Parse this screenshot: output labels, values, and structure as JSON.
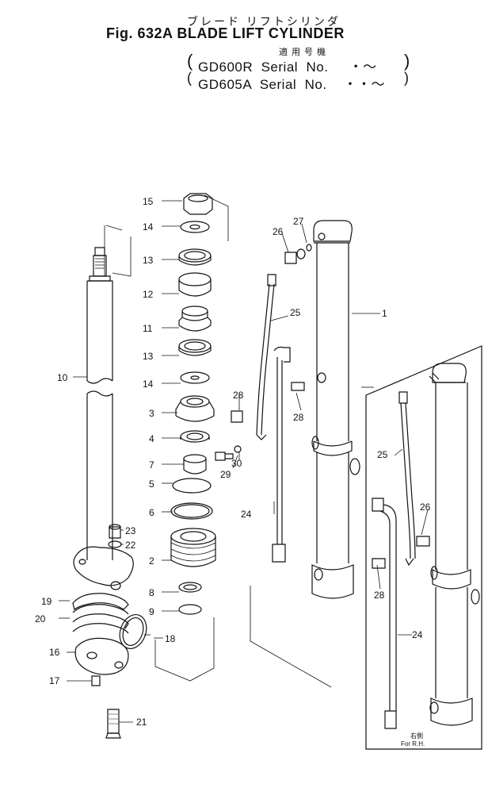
{
  "header": {
    "jp_title": "ブレード リフトシリンダ",
    "title": "Fig. 632A  BLADE LIFT CYLINDER",
    "jp_applicable": "適用号機",
    "serial_rows": [
      {
        "model": "GD600R",
        "text": "Serial  No.",
        "range": "・～"
      },
      {
        "model": "GD605A",
        "text": "Serial  No.",
        "range": "・・～"
      }
    ]
  },
  "callouts": {
    "p1": "1",
    "p2": "2",
    "p3": "3",
    "p4": "4",
    "p5": "5",
    "p6": "6",
    "p7": "7",
    "p8": "8",
    "p9": "9",
    "p10": "10",
    "p11": "11",
    "p12": "12",
    "p13a": "13",
    "p13b": "13",
    "p14a": "14",
    "p14b": "14",
    "p15": "15",
    "p16": "16",
    "p17": "17",
    "p18": "18",
    "p19": "19",
    "p20": "20",
    "p21": "21",
    "p22": "22",
    "p23": "23",
    "p24a": "24",
    "p24b": "24",
    "p25a": "25",
    "p25b": "25",
    "p26a": "26",
    "p26b": "26",
    "p27": "27",
    "p28a": "28",
    "p28b": "28",
    "p28c": "28",
    "p29": "29",
    "p30": "30"
  },
  "inset": {
    "jp_note": "右側",
    "note": "For R.H."
  }
}
